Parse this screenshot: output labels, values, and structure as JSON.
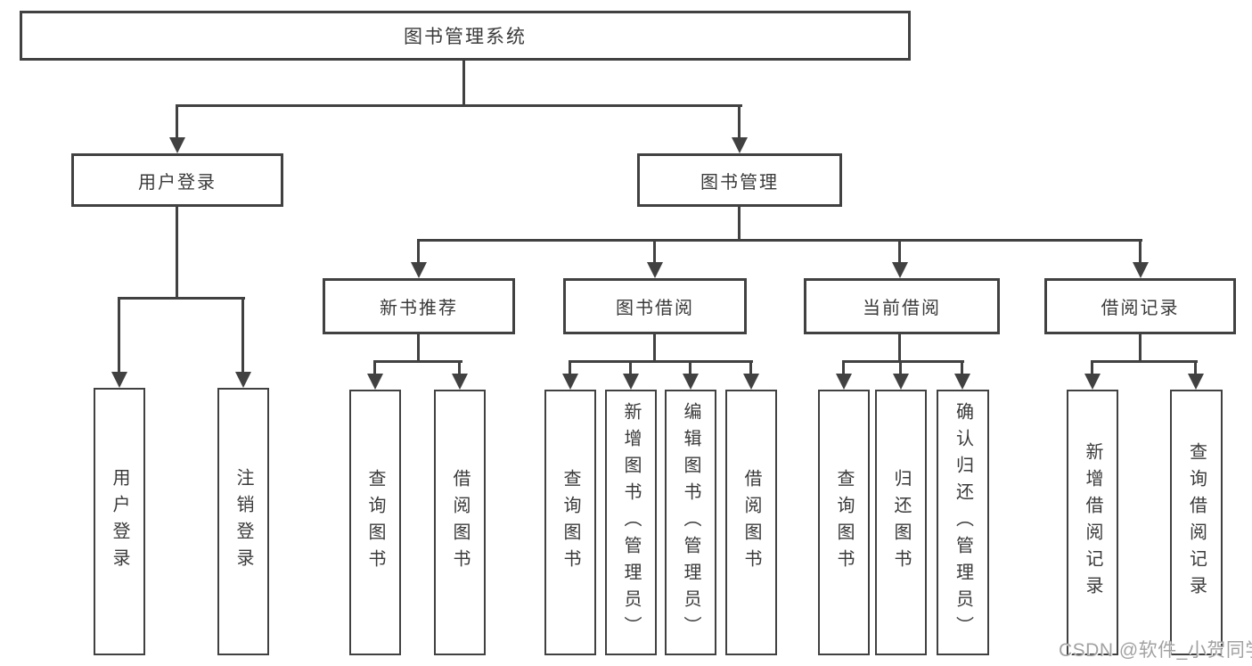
{
  "colors": {
    "line": "#414141",
    "text": "#3a3a3a",
    "background": "#ffffff",
    "watermark_text": "#a2a2a2"
  },
  "diagram": {
    "root": {
      "label": "图书管理系统"
    },
    "level2": {
      "user_login": {
        "label": "用户登录"
      },
      "book_management": {
        "label": "图书管理"
      }
    },
    "level3": {
      "new_books": {
        "label": "新书推荐"
      },
      "book_borrowing": {
        "label": "图书借阅"
      },
      "current_borrowing": {
        "label": "当前借阅"
      },
      "borrow_records": {
        "label": "借阅记录"
      }
    },
    "leaves": {
      "user_login": [
        "用户登录",
        "注销登录"
      ],
      "new_books": [
        "查询图书",
        "借阅图书"
      ],
      "book_borrowing": [
        "查询图书",
        "新增图书（管理员）",
        "编辑图书（管理员）",
        "借阅图书"
      ],
      "current_borrowing": [
        "查询图书",
        "归还图书",
        "确认归还（管理员）"
      ],
      "borrow_records": [
        "新增借阅记录",
        "查询借阅记录"
      ]
    }
  },
  "watermark": {
    "text": "CSDN @软件_小贺同学"
  }
}
